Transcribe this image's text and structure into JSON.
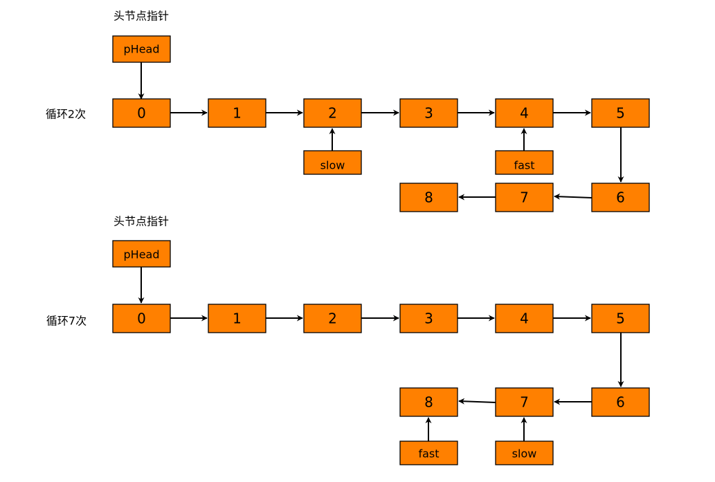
{
  "diagrams": [
    {
      "head_caption": "头节点指针",
      "head_pointer": "pHead",
      "loop_label": "循环2次",
      "nodes": [
        "0",
        "1",
        "2",
        "3",
        "4",
        "5",
        "6",
        "7",
        "8"
      ],
      "slow_label": "slow",
      "fast_label": "fast",
      "slow_at": "2",
      "fast_at": "4"
    },
    {
      "head_caption": "头节点指针",
      "head_pointer": "pHead",
      "loop_label": "循环7次",
      "nodes": [
        "0",
        "1",
        "2",
        "3",
        "4",
        "5",
        "6",
        "7",
        "8"
      ],
      "slow_label": "slow",
      "fast_label": "fast",
      "slow_at": "7",
      "fast_at": "8"
    }
  ]
}
